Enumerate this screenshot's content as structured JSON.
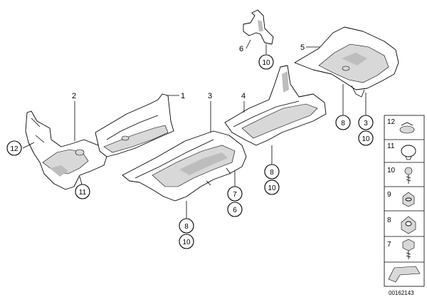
{
  "labels": {
    "l1": "1",
    "l2": "2",
    "l3": "3",
    "l4": "4",
    "l5": "5",
    "l6": "6"
  },
  "callouts": {
    "c12": "12",
    "c11": "11",
    "c10_top": "10",
    "c8_right": "8",
    "c3_right": "3",
    "c10_right": "10",
    "c8_mid": "8",
    "c10_mid": "10",
    "c7": "7",
    "c6": "6",
    "c8_bottom": "8",
    "c10_bottom": "10"
  },
  "legend": {
    "items": [
      "12",
      "11",
      "10",
      "9",
      "8",
      "7"
    ]
  },
  "doc_number": "00162143"
}
